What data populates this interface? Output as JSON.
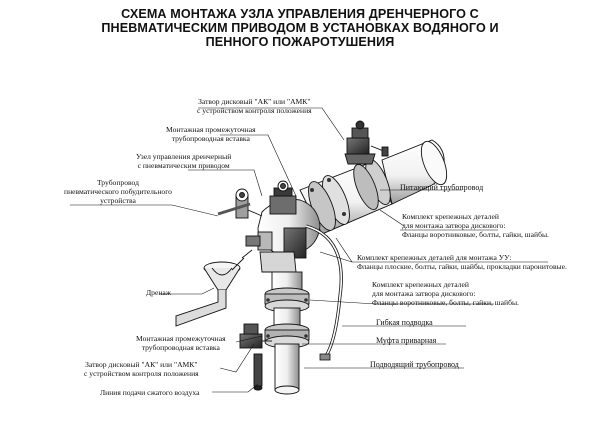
{
  "title": {
    "line1": "СХЕМА МОНТАЖА УЗЛА УПРАВЛЕНИЯ ДРЕНЧЕРНОГО С",
    "line2": "ПНЕВМАТИЧЕСКИМ ПРИВОДОМ В УСТАНОВКАХ ВОДЯНОГО И",
    "line3": "ПЕННОГО ПОЖАРОТУШЕНИЯ"
  },
  "labels": {
    "top_valve_1": "Затвор дисковый \"АК\" или \"АМК\"",
    "top_valve_2": "с устройством контроля положения",
    "top_insert_1": "Монтажная промежуточная",
    "top_insert_2": "трубопроводная вставка",
    "control_unit_1": "Узел управления дренчерный",
    "control_unit_2": "с пневматическим приводом",
    "pipeline_1": "Трубопровод",
    "pipeline_2": "пневматического побудительного",
    "pipeline_3": "устройства",
    "drain": "Дренаж",
    "bottom_insert_1": "Монтажная промежуточная",
    "bottom_insert_2": "трубопроводная вставка",
    "bottom_valve_1": "Затвор дисковый \"АК\" или \"АМК\"",
    "bottom_valve_2": "с устройством контроля положения",
    "air_line": "Линия подачи сжатого воздуха",
    "supply_pipe": "Питающий трубопровод",
    "kit_top_1": "Комплект крепежных деталей",
    "kit_top_2": "для монтажа затвора дискового:",
    "kit_top_3": "Фланцы воротниковые, болты, гайки, шайбы.",
    "kit_uu_1": "Комплект крепежных деталей для монтажа УУ:",
    "kit_uu_2": "Фланцы плоские, болты, гайки, шайбы, прокладки паронитовые.",
    "kit_bottom_1": "Комплект крепежных деталей",
    "kit_bottom_2": "для монтажа затвора дискового:",
    "kit_bottom_3": "Фланцы воротниковые, болты, гайки, шайбы.",
    "flex_hose": "Гибкая подводка",
    "weld_sleeve": "Муфта приварная",
    "feed_pipe": "Подводящий трубопровод"
  },
  "colors": {
    "ink": "#111111",
    "shade": "#3a3a3a",
    "metal": "#8a8a8a",
    "light": "#d9d9d9"
  }
}
